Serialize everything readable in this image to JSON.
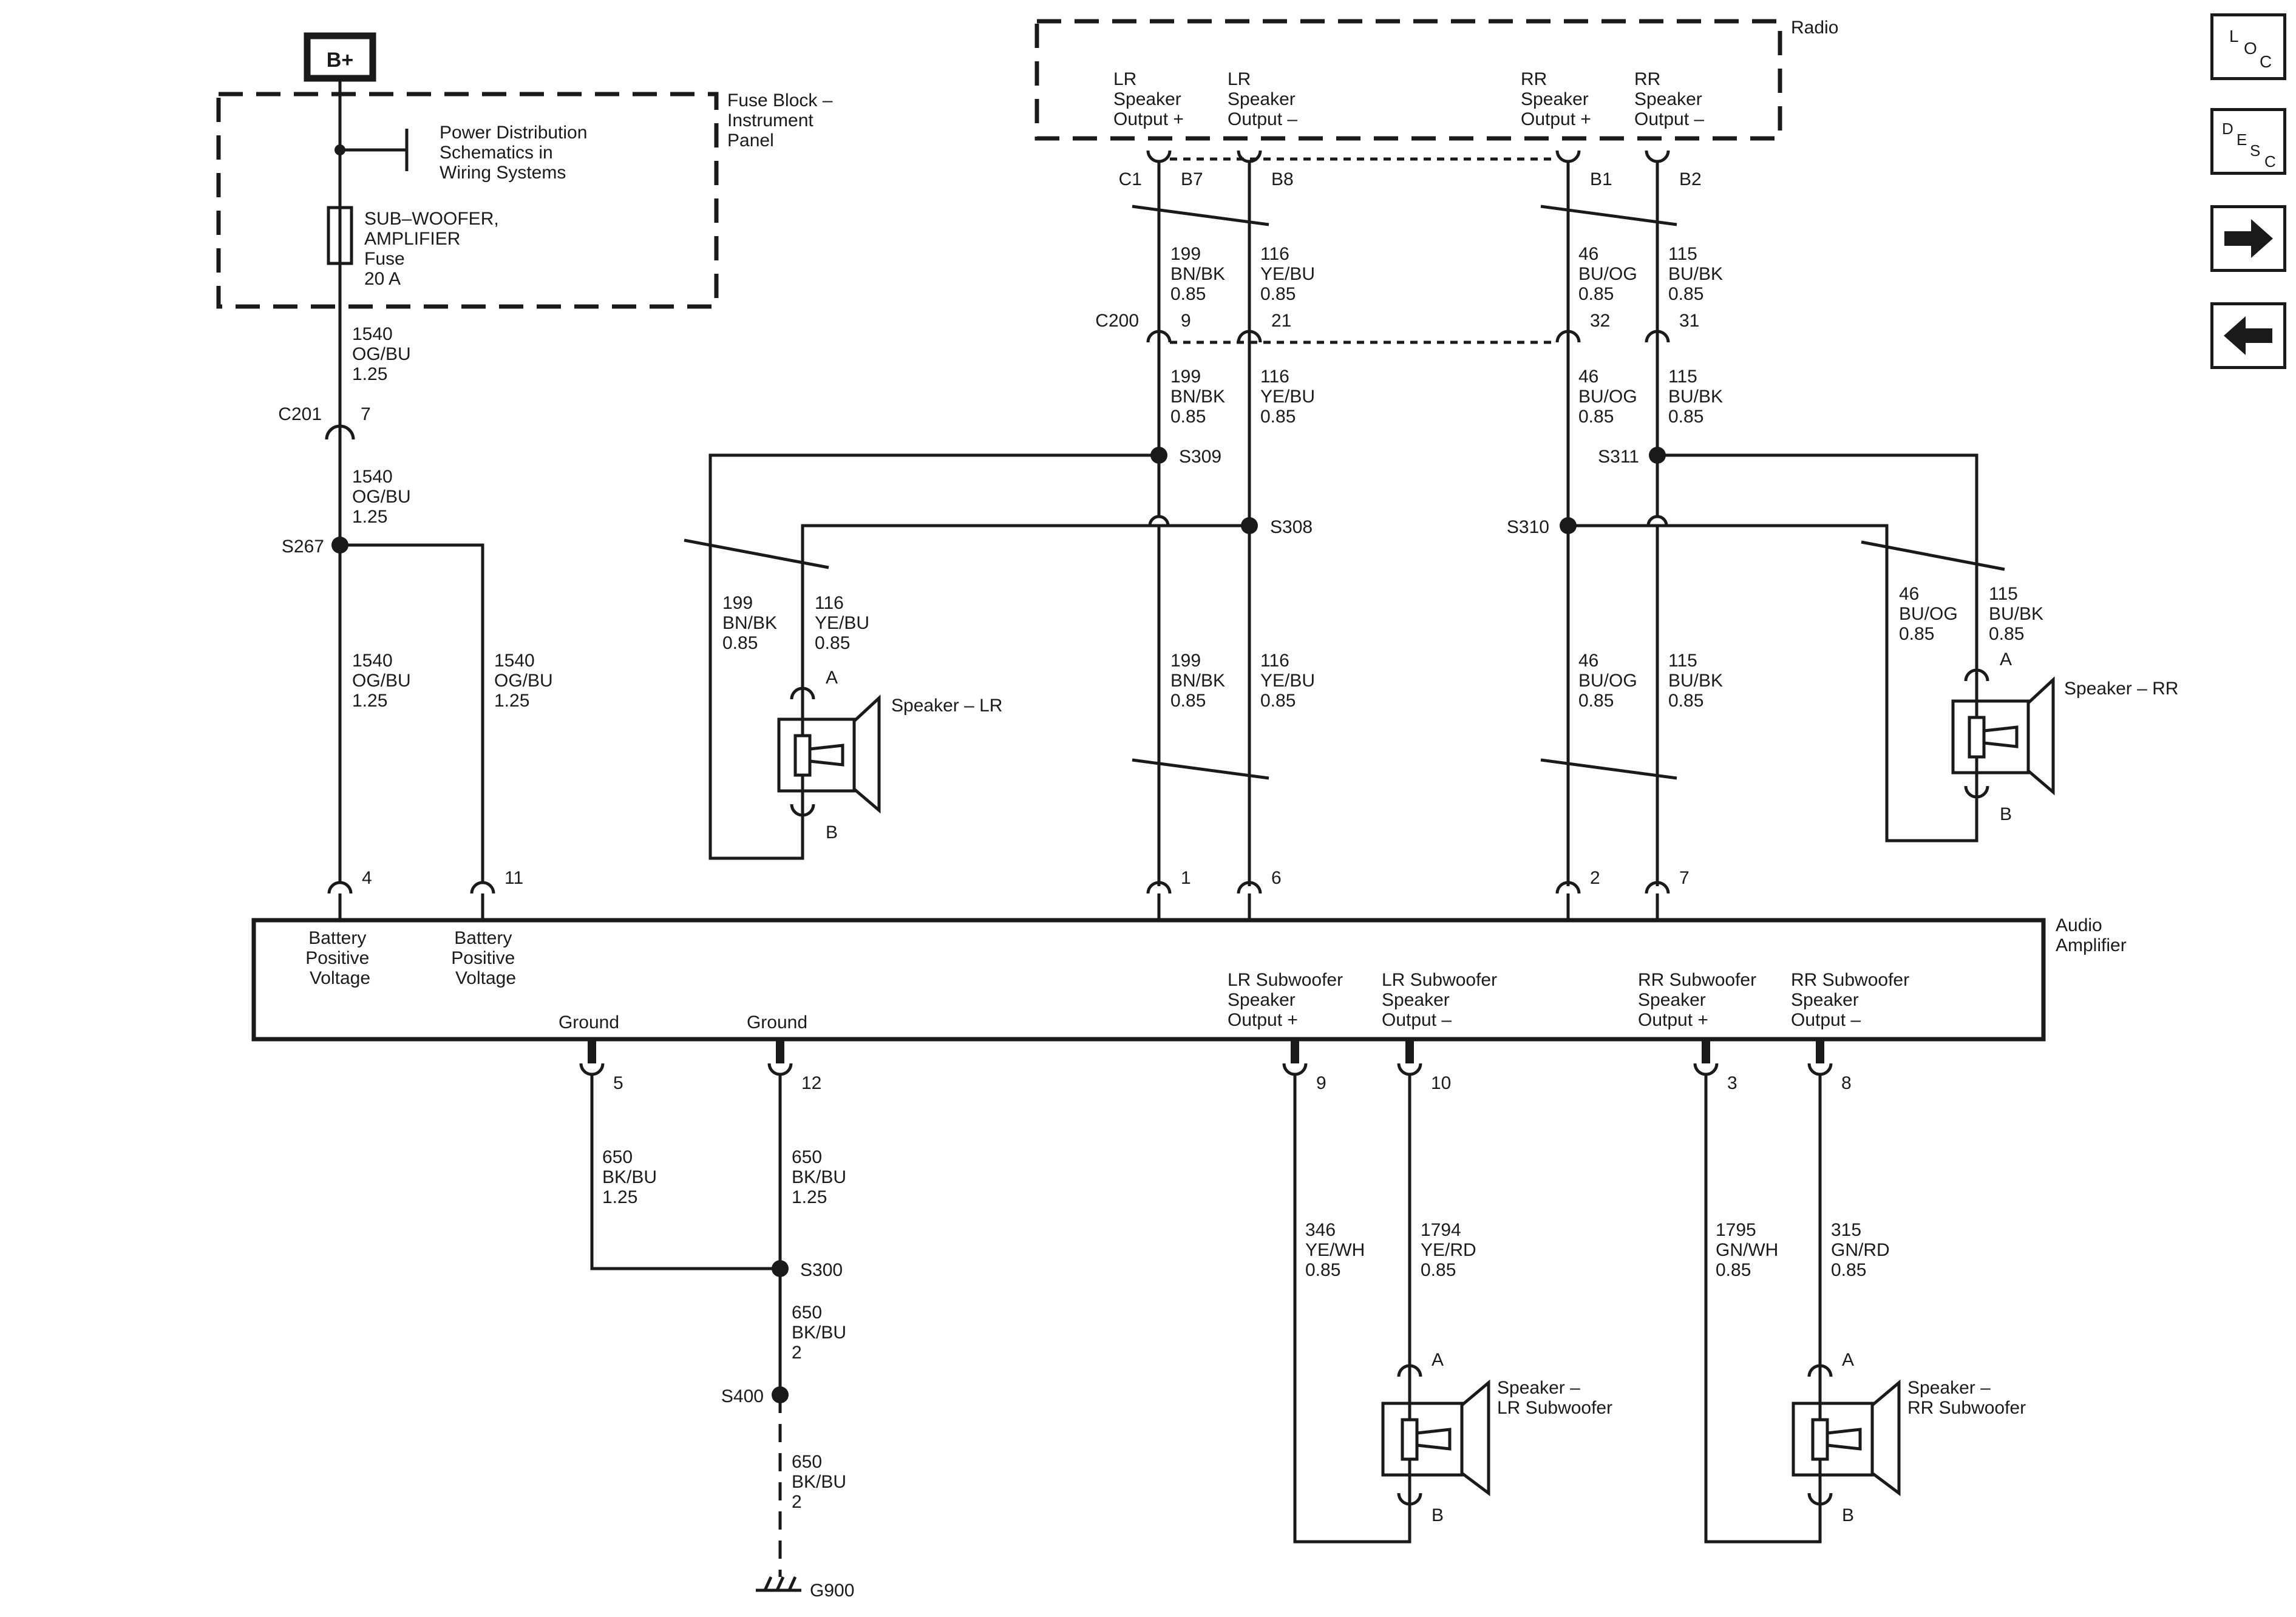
{
  "nav": {
    "loc": [
      "L",
      "O",
      "C"
    ],
    "desc": [
      "D",
      "E",
      "S",
      "C"
    ]
  },
  "power": {
    "bplus": "B+",
    "fuse_block_label": [
      "Fuse Block –",
      "Instrument",
      "Panel"
    ],
    "pds_ref": [
      "Power Distribution",
      "Schematics in",
      "Wiring Systems"
    ],
    "fuse_label": [
      "SUB–WOOFER,",
      "AMPLIFIER",
      "Fuse",
      "20 A"
    ],
    "wire_1540_a": [
      "1540",
      "OG/BU",
      "1.25"
    ],
    "c201": "C201",
    "c201_pin": "7",
    "wire_1540_b": [
      "1540",
      "OG/BU",
      "1.25"
    ],
    "s267": "S267",
    "wire_1540_c": [
      "1540",
      "OG/BU",
      "1.25"
    ],
    "wire_1540_d": [
      "1540",
      "OG/BU",
      "1.25"
    ]
  },
  "radio": {
    "label": "Radio",
    "outputs": [
      [
        "LR",
        "Speaker",
        "Output +"
      ],
      [
        "LR",
        "Speaker",
        "Output –"
      ],
      [
        "RR",
        "Speaker",
        "Output +"
      ],
      [
        "RR",
        "Speaker",
        "Output –"
      ]
    ],
    "c1": "C1",
    "pins": [
      "B7",
      "B8",
      "B1",
      "B2"
    ],
    "c200": "C200",
    "c200_pins": [
      "9",
      "21",
      "32",
      "31"
    ]
  },
  "wires": {
    "w199": [
      "199",
      "BN/BK",
      "0.85"
    ],
    "w116": [
      "116",
      "YE/BU",
      "0.85"
    ],
    "w46": [
      "46",
      "BU/OG",
      "0.85"
    ],
    "w115": [
      "115",
      "BU/BK",
      "0.85"
    ]
  },
  "splices": {
    "s309": "S309",
    "s308": "S308",
    "s310": "S310",
    "s311": "S311",
    "s300": "S300",
    "s400": "S400"
  },
  "speakers": {
    "lr": "Speaker – LR",
    "rr": "Speaker – RR",
    "lr_sub": [
      "Speaker –",
      "LR Subwoofer"
    ],
    "rr_sub": [
      "Speaker –",
      "RR Subwoofer"
    ],
    "pin_a": "A",
    "pin_b": "B"
  },
  "amplifier": {
    "label": [
      "Audio",
      "Amplifier"
    ],
    "top_pins": [
      "4",
      "11",
      "1",
      "6",
      "2",
      "7"
    ],
    "bottom_pins": [
      "5",
      "12",
      "9",
      "10",
      "3",
      "8"
    ],
    "bat_pos": [
      "Battery",
      "Positive",
      "Voltage"
    ],
    "ground": "Ground",
    "lr_sub_plus": [
      "LR Subwoofer",
      "Speaker",
      "Output +"
    ],
    "lr_sub_minus": [
      "LR Subwoofer",
      "Speaker",
      "Output –"
    ],
    "rr_sub_plus": [
      "RR Subwoofer",
      "Speaker",
      "Output +"
    ],
    "rr_sub_minus": [
      "RR Subwoofer",
      "Speaker",
      "Output –"
    ]
  },
  "ground": {
    "w650_a": [
      "650",
      "BK/BU",
      "1.25"
    ],
    "w650_b": [
      "650",
      "BK/BU",
      "1.25"
    ],
    "w650_c": [
      "650",
      "BK/BU",
      "2"
    ],
    "w650_d": [
      "650",
      "BK/BU",
      "2"
    ],
    "g900": "G900"
  },
  "sub_wires": {
    "w346": [
      "346",
      "YE/WH",
      "0.85"
    ],
    "w1794": [
      "1794",
      "YE/RD",
      "0.85"
    ],
    "w1795": [
      "1795",
      "GN/WH",
      "0.85"
    ],
    "w315": [
      "315",
      "GN/RD",
      "0.85"
    ]
  }
}
